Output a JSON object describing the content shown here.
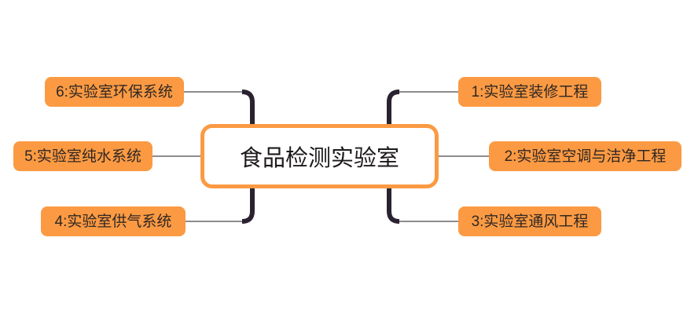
{
  "diagram": {
    "type": "mindmap",
    "root": {
      "label": "食品检测实验室"
    },
    "right_branches": [
      {
        "label": "1:实验室装修工程"
      },
      {
        "label": "2:实验室空调与洁净工程"
      },
      {
        "label": "3:实验室通风工程"
      }
    ],
    "left_branches": [
      {
        "label": "6:实验室环保系统"
      },
      {
        "label": "5:实验室纯水系统"
      },
      {
        "label": "4:实验室供气系统"
      }
    ],
    "colors": {
      "branch_fill": "#FB9A43",
      "root_fill": "#FFFFFF",
      "root_border": "#FB9A43",
      "trunk_line": "#2B2230",
      "wire_line": "#8F8A8E",
      "branch_text": "#2F2723",
      "root_text": "#1E1A1A"
    }
  }
}
